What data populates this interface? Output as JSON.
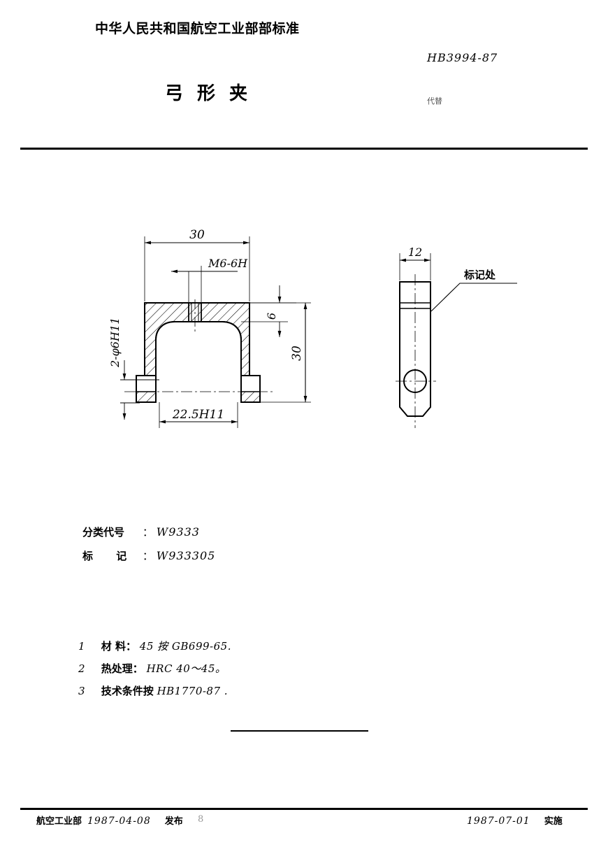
{
  "header": {
    "ministry_title": "中华人民共和国航空工业部部标准",
    "standard_number": "HB3994-87",
    "replaces_label": "代替",
    "document_title": "弓形夹"
  },
  "drawing": {
    "front_view": {
      "width_dim": "30",
      "thread_callout": "M6-6H",
      "hole_callout": "2-φ6H11",
      "top_thickness_dim": "6",
      "height_dim": "30",
      "slot_width_dim": "22.5H11"
    },
    "side_view": {
      "thickness_dim": "12",
      "marking_note": "标记处"
    }
  },
  "classification": {
    "rows": [
      {
        "label": "分类代号",
        "separator": "：",
        "value": "W9333",
        "spaced": false
      },
      {
        "label": "标  记",
        "separator": "：",
        "value": "W933305",
        "spaced": true
      }
    ]
  },
  "notes": [
    {
      "num": "1",
      "label": "材  料：",
      "value": "45  按 GB699-65."
    },
    {
      "num": "2",
      "label": "热处理：",
      "value": "HRC 40～45。"
    },
    {
      "num": "3",
      "label": "技术条件按",
      "value": "HB1770-87  ."
    }
  ],
  "footer": {
    "issuer": "航空工业部",
    "issue_date": "1987-04-08",
    "issue_action": "发布",
    "effective_date": "1987-07-01",
    "effective_action": "实施",
    "page_number": "8"
  },
  "colors": {
    "ink": "#000000",
    "paper": "#ffffff"
  }
}
